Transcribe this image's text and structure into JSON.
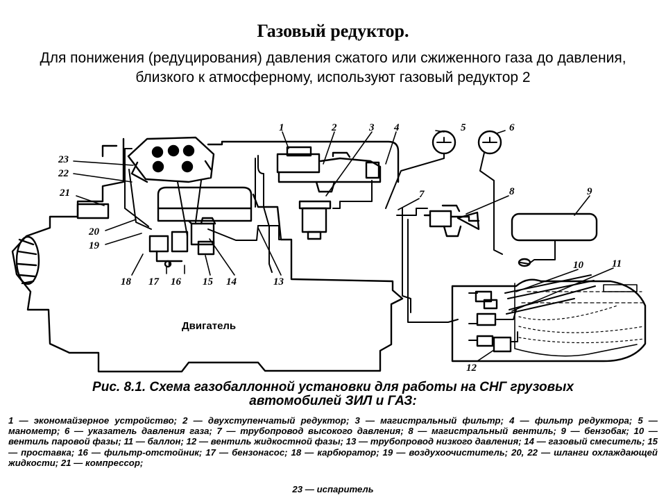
{
  "slide": {
    "title": "Газовый редуктор.",
    "subtitle_line1": "Для понижения (редуцирования) давления сжатого или сжиженного газа до давления,",
    "subtitle_line2": "близкого к атмосферному, используют газовый редуктор 2"
  },
  "diagram": {
    "engine_label": "Двигатель",
    "callouts": {
      "n1": "1",
      "n2": "2",
      "n3": "3",
      "n4": "4",
      "n5": "5",
      "n6": "6",
      "n7": "7",
      "n8": "8",
      "n9": "9",
      "n10": "10",
      "n11": "11",
      "n12": "12",
      "n13": "13",
      "n14": "14",
      "n15": "15",
      "n16": "16",
      "n17": "17",
      "n18": "18",
      "n19": "19",
      "n20": "20",
      "n21": "21",
      "n22": "22",
      "n23": "23"
    }
  },
  "caption": {
    "line1": "Рис. 8.1. Схема газобаллонной установки для работы на СНГ грузовых",
    "line2": "автомобилей ЗИЛ и ГАЗ:",
    "legend": "1 — экономайзерное устройство; 2 — двухступенчатый редуктор; 3 — магистральный фильтр; 4 — фильтр редуктора; 5 — манометр; 6 — указатель давления газа; 7 — трубопровод высокого давления; 8 — магистральный вентиль; 9 — бензобак; 10 — вентиль паровой фазы; 11 — баллон; 12 — вентиль жидкостной фазы; 13 — трубопровод низкого давления; 14 — газовый смеситель; 15 — проставка; 16 — фильтр-отстойник; 17 — бензонасос; 18 — карбюратор; 19 — воздухоочиститель; 20, 22 — шланги охлаждающей жидкости; 21 — компрессор;",
    "legend_last": "23 — испаритель"
  }
}
